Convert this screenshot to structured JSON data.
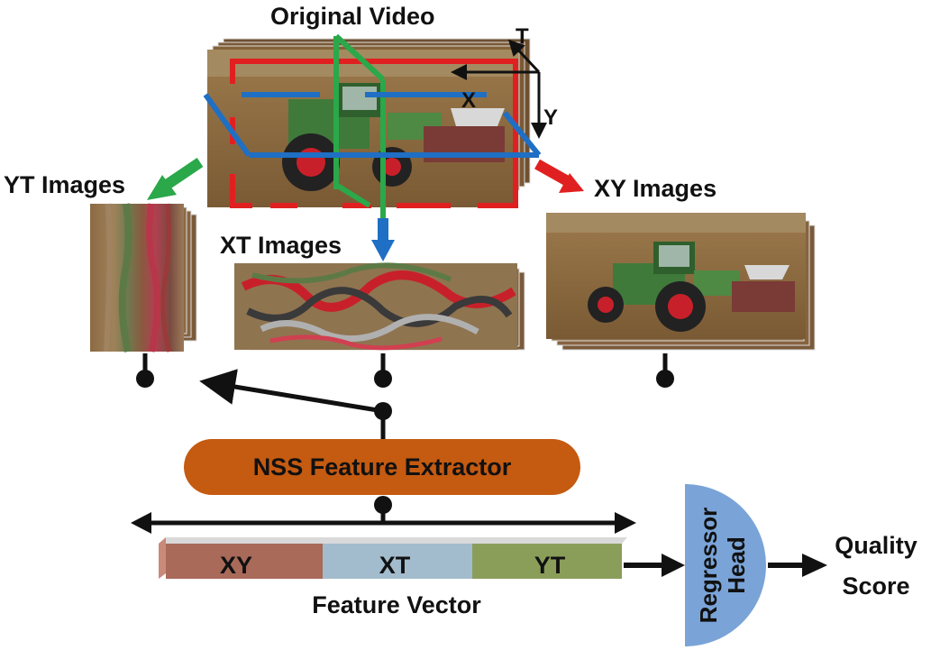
{
  "labels": {
    "original_video": "Original Video",
    "axis_t": "T",
    "axis_x": "X",
    "axis_y": "Y",
    "yt_images": "YT Images",
    "xt_images": "XT Images",
    "xy_images": "XY Images",
    "extractor": "NSS Feature Extractor",
    "segment_xy": "XY",
    "segment_xt": "XT",
    "segment_yt": "YT",
    "feature_vector": "Feature Vector",
    "regressor_line1": "Regressor",
    "regressor_line2": "Head",
    "quality_line1": "Quality",
    "quality_line2": "Score"
  },
  "colors": {
    "red_plane": "#e02020",
    "green_plane": "#2aa84a",
    "blue_plane": "#1f6fc4",
    "extractor_fill": "#c55a11",
    "segment_xy": "#a96a5a",
    "segment_xt": "#a3bccd",
    "segment_yt": "#8a9e5a",
    "regressor_fill": "#7aa4d8",
    "soil": "#8a6a40",
    "tractor_green": "#3f7a3a",
    "wheel_red": "#c8202a"
  },
  "icons": [
    "tractor-frame",
    "yt-slice",
    "xt-slice",
    "arrow-icon"
  ]
}
